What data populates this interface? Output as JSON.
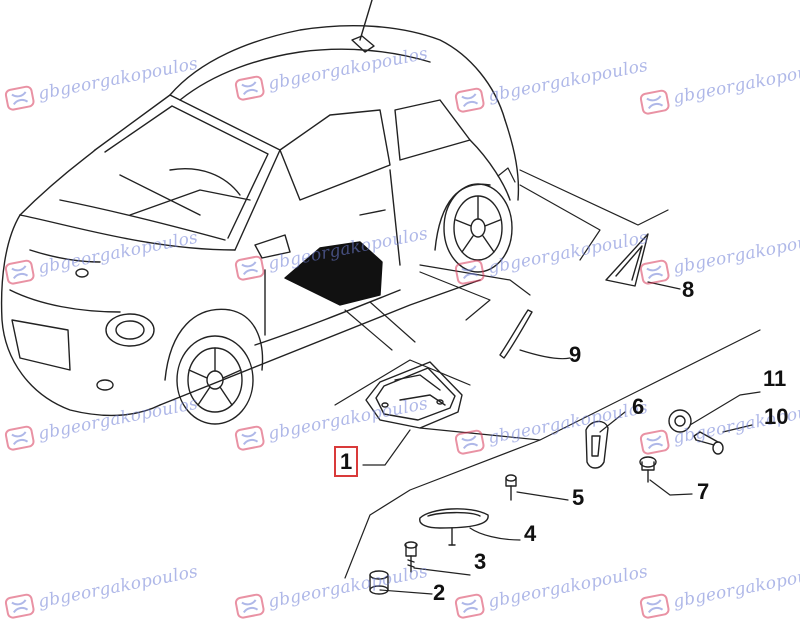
{
  "diagram": {
    "watermark_text": "gbgeorgakopoulos",
    "highlight_color": "#d93a3a",
    "watermark_color": "#6f7fd6",
    "callouts": [
      {
        "id": "1",
        "label": "1",
        "highlighted": true
      },
      {
        "id": "2",
        "label": "2"
      },
      {
        "id": "3",
        "label": "3"
      },
      {
        "id": "4",
        "label": "4"
      },
      {
        "id": "5",
        "label": "5"
      },
      {
        "id": "6",
        "label": "6"
      },
      {
        "id": "7",
        "label": "7"
      },
      {
        "id": "8",
        "label": "8"
      },
      {
        "id": "9",
        "label": "9"
      },
      {
        "id": "10",
        "label": "10"
      },
      {
        "id": "11",
        "label": "11"
      }
    ]
  }
}
